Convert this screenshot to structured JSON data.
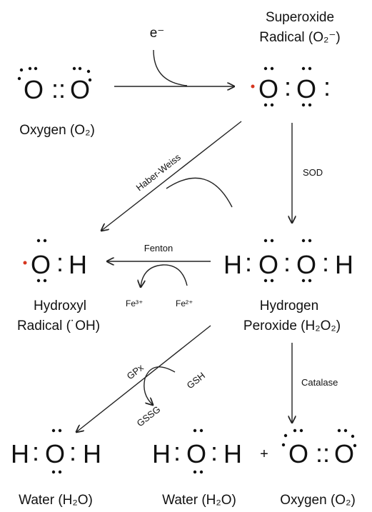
{
  "molecules": {
    "oxygen_top": {
      "atom1": "O",
      "bond": "::",
      "atom2": "O",
      "label": "Oxygen (O₂)"
    },
    "superoxide": {
      "atom1": "O",
      "bond": ":",
      "atom2": "O",
      "label_line1": "Superoxide",
      "label_line2": "Radical (O₂⁻)",
      "radical_color": "#d6361f"
    },
    "hydroxyl": {
      "atom1": "O",
      "bond": ":",
      "atom2": "H",
      "label_line1": "Hydroxyl",
      "label_line2": "Radical (˙OH)",
      "radical_color": "#d6361f"
    },
    "peroxide": {
      "atom1": "H",
      "bond1": ":",
      "atom2": "O",
      "bond2": ":",
      "atom3": "O",
      "bond3": ":",
      "atom4": "H",
      "label_line1": "Hydrogen",
      "label_line2": "Peroxide (H₂O₂)"
    },
    "water_left": {
      "atom1": "H",
      "bond1": ":",
      "atom2": "O",
      "bond2": ":",
      "atom3": "H",
      "label": "Water (H₂O)"
    },
    "water_right": {
      "atom1": "H",
      "bond1": ":",
      "atom2": "O",
      "bond2": ":",
      "atom3": "H",
      "label": "Water (H₂O)"
    },
    "plus": "+",
    "oxygen_bottom": {
      "atom1": "O",
      "bond": "::",
      "atom2": "O",
      "label": "Oxygen (O₂)"
    }
  },
  "reactions": {
    "electron": "e⁻",
    "haber_weiss": "Haber-Weiss",
    "sod": "SOD",
    "fenton": "Fenton",
    "fe3": "Fe³⁺",
    "fe2": "Fe²⁺",
    "gpx": "GPx",
    "gsh": "GSH",
    "gssg": "GSSG",
    "catalase": "Catalase"
  }
}
